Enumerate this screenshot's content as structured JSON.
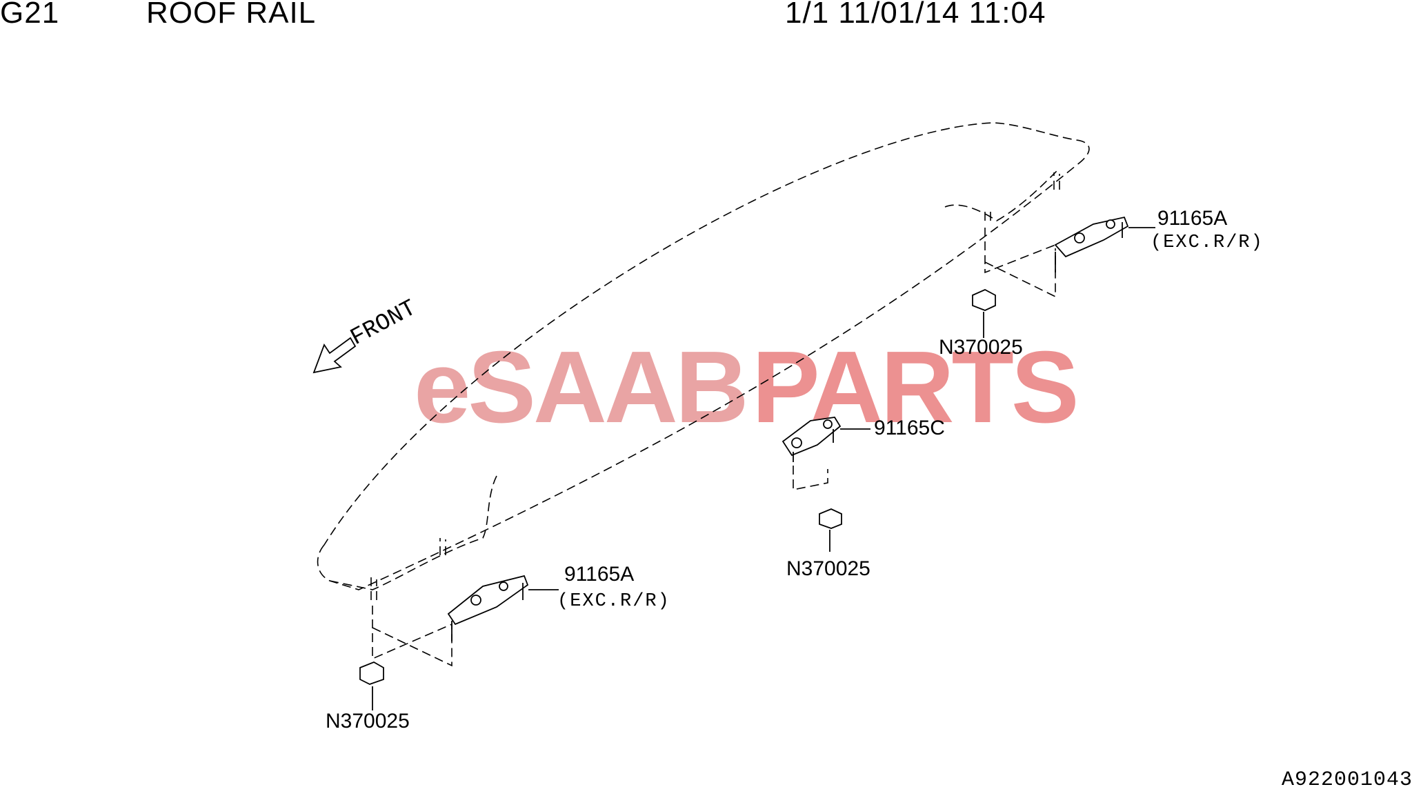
{
  "header": {
    "code": "G21",
    "title": "ROOF RAIL",
    "stamp": "1/1 11/01/14 11:04"
  },
  "watermark": {
    "prefix": "eSAAB",
    "suffix": "PARTS",
    "prefix_color": "#e8a0a0",
    "suffix_color": "#ec8c8c"
  },
  "diagram": {
    "front_label": "FRONT",
    "labels": [
      {
        "id": "bracket-front",
        "part": "91165A",
        "note": "(EXC.R/R)"
      },
      {
        "id": "bracket-middle",
        "part": "91165C",
        "note": ""
      },
      {
        "id": "bracket-rear",
        "part": "91165A",
        "note": "(EXC.R/R)"
      },
      {
        "id": "nut-front",
        "part": "N370025"
      },
      {
        "id": "nut-middle",
        "part": "N370025"
      },
      {
        "id": "nut-rear",
        "part": "N370025"
      }
    ]
  },
  "footer": {
    "reference": "A922001043"
  }
}
